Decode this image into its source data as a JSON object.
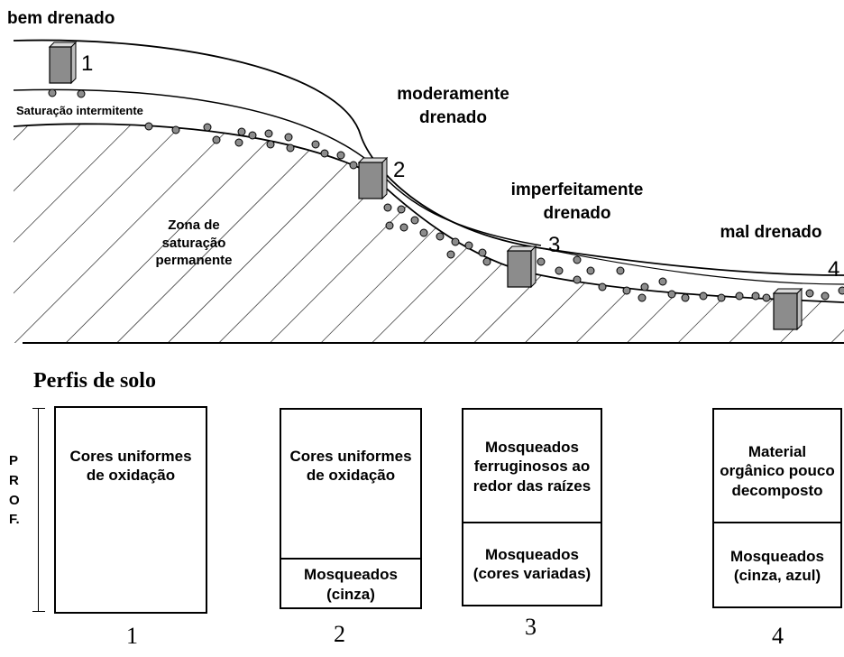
{
  "landscape_labels": {
    "bem_drenado": "bem drenado",
    "moderadamente_drenado": "moderamente drenado",
    "imperfeitamente_drenado": "imperfeitamente drenado",
    "mal_drenado": "mal drenado",
    "saturacao_intermitente": "Saturação intermitente",
    "zona_saturacao": "Zona de saturação permanente"
  },
  "marker_numbers": [
    "1",
    "2",
    "3",
    "4"
  ],
  "profiles_title": "Perfis de solo",
  "depth_axis_label": "P R O F.",
  "profiles": [
    {
      "number": "1",
      "top": "Cores uniformes de oxidação"
    },
    {
      "number": "2",
      "top": "Cores uniformes de oxidação",
      "bottom": "Mosqueados (cinza)"
    },
    {
      "number": "3",
      "top": "Mosqueados ferruginosos ao redor das raízes",
      "bottom": "Mosqueados (cores variadas)"
    },
    {
      "number": "4",
      "top": "Material orgânico pouco decomposto",
      "bottom": "Mosqueados (cinza, azul)"
    }
  ],
  "colors": {
    "profile_marker": "#8c8c8c",
    "mottle_dot": "#8c8c8c"
  }
}
